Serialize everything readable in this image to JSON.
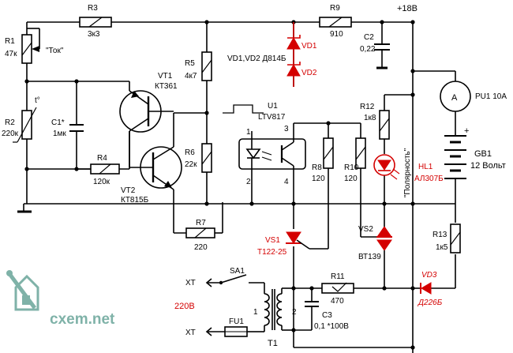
{
  "resistors": {
    "r1": {
      "ref": "R1",
      "value": "47к",
      "note": "\"Ток\""
    },
    "r2": {
      "ref": "R2",
      "value": "220к",
      "symbol": "t°"
    },
    "r3": {
      "ref": "R3",
      "value": "3к3"
    },
    "r4": {
      "ref": "R4",
      "value": "120к"
    },
    "r5": {
      "ref": "R5",
      "value": "4к7"
    },
    "r6": {
      "ref": "R6",
      "value": "22к"
    },
    "r7": {
      "ref": "R7",
      "value": "220"
    },
    "r8": {
      "ref": "R8",
      "value": "120"
    },
    "r9": {
      "ref": "R9",
      "value": "910"
    },
    "r10": {
      "ref": "R10",
      "value": "120"
    },
    "r11": {
      "ref": "R11",
      "value": "470"
    },
    "r12": {
      "ref": "R12",
      "value": "1к8"
    },
    "r13": {
      "ref": "R13",
      "value": "1к5"
    }
  },
  "capacitors": {
    "c1": {
      "ref": "C1*",
      "value": "1мк"
    },
    "c2": {
      "ref": "C2",
      "value": "0,22"
    },
    "c3": {
      "ref": "C3",
      "value": "0,1 *100В"
    }
  },
  "transistors": {
    "vt1": {
      "ref": "VT1",
      "type": "КТ361"
    },
    "vt2": {
      "ref": "VT2",
      "type": "КТ815Б"
    }
  },
  "zener": {
    "vd1": "VD1",
    "vd2": "VD2",
    "label": "VD1,VD2 Д814Б"
  },
  "optocoupler": {
    "ref": "U1",
    "type": "LTV817",
    "pins": [
      "1",
      "2",
      "3",
      "4"
    ]
  },
  "thyristors": {
    "vs1": {
      "ref": "VS1",
      "type": "Т122-25"
    },
    "vs2": {
      "ref": "VS2",
      "type": "ВТ139"
    }
  },
  "led": {
    "ref": "HL1",
    "type": "АЛ307Б",
    "note": "\"Полярность\""
  },
  "diode": {
    "ref": "VD3",
    "type": "Д226Б"
  },
  "meter": {
    "ref": "PU1 10А",
    "symbol": "A"
  },
  "battery": {
    "ref": "GB1",
    "value": "12 Вольт",
    "plus": "+"
  },
  "supply": {
    "label": "+18В"
  },
  "transformer": {
    "ref": "T1",
    "primary": "1",
    "secondary": "2"
  },
  "mains": {
    "switch": "SA1",
    "fuse": "FU1",
    "plug_top": "XT",
    "plug_bottom": "XT",
    "voltage": "220В"
  },
  "watermark": "cxem.net",
  "colors": {
    "wire": "#000000",
    "accent": "#d40000",
    "watermark": "#7fb2a8"
  }
}
